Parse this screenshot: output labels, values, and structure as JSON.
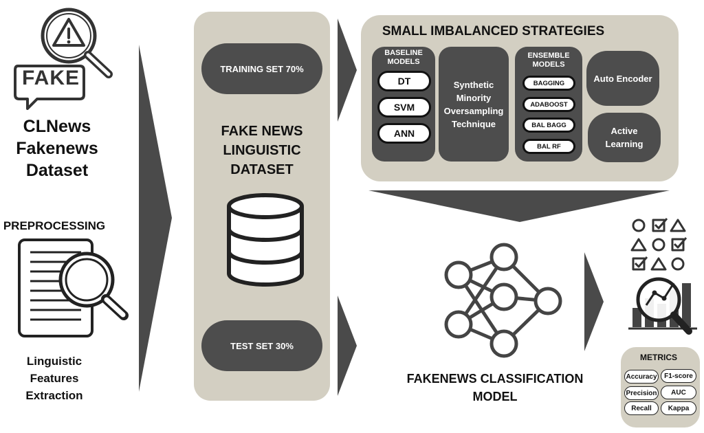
{
  "dataset_title_lines": [
    "CLNews",
    "Fakenews",
    "Dataset"
  ],
  "fake_badge": "FAKE",
  "preprocessing_label": "PREPROCESSING",
  "features_lines": [
    "Linguistic",
    "Features",
    "Extraction"
  ],
  "linguistic_panel": {
    "training_set": "TRAINING SET 70%",
    "title_lines": [
      "FAKE NEWS",
      "LINGUISTIC",
      "DATASET"
    ],
    "test_set": "TEST SET 30%"
  },
  "strategies": {
    "title": "SMALL IMBALANCED STRATEGIES",
    "baseline": {
      "title_lines": [
        "BASELINE",
        "MODELS"
      ],
      "items": [
        "DT",
        "SVM",
        "ANN"
      ]
    },
    "smote_lines": [
      "Synthetic",
      "Minority",
      "Oversampling",
      "Technique"
    ],
    "ensemble": {
      "title_lines": [
        "ENSEMBLE",
        "MODELS"
      ],
      "items": [
        "BAGGING",
        "ADABOOST",
        "BAL BAGG",
        "BAL RF"
      ]
    },
    "autoencoder": "Auto Encoder",
    "active_learning_lines": [
      "Active",
      "Learning"
    ]
  },
  "classification_lines": [
    "FAKENEWS CLASSIFICATION",
    "MODEL"
  ],
  "metrics": {
    "title": "METRICS",
    "items": [
      "Accuracy",
      "F1-score",
      "Precision",
      "AUC",
      "Recall",
      "Kappa"
    ]
  },
  "colors": {
    "panel": "#d3cfc2",
    "dark": "#4d4d4d",
    "arrow": "#4a4a4a"
  }
}
